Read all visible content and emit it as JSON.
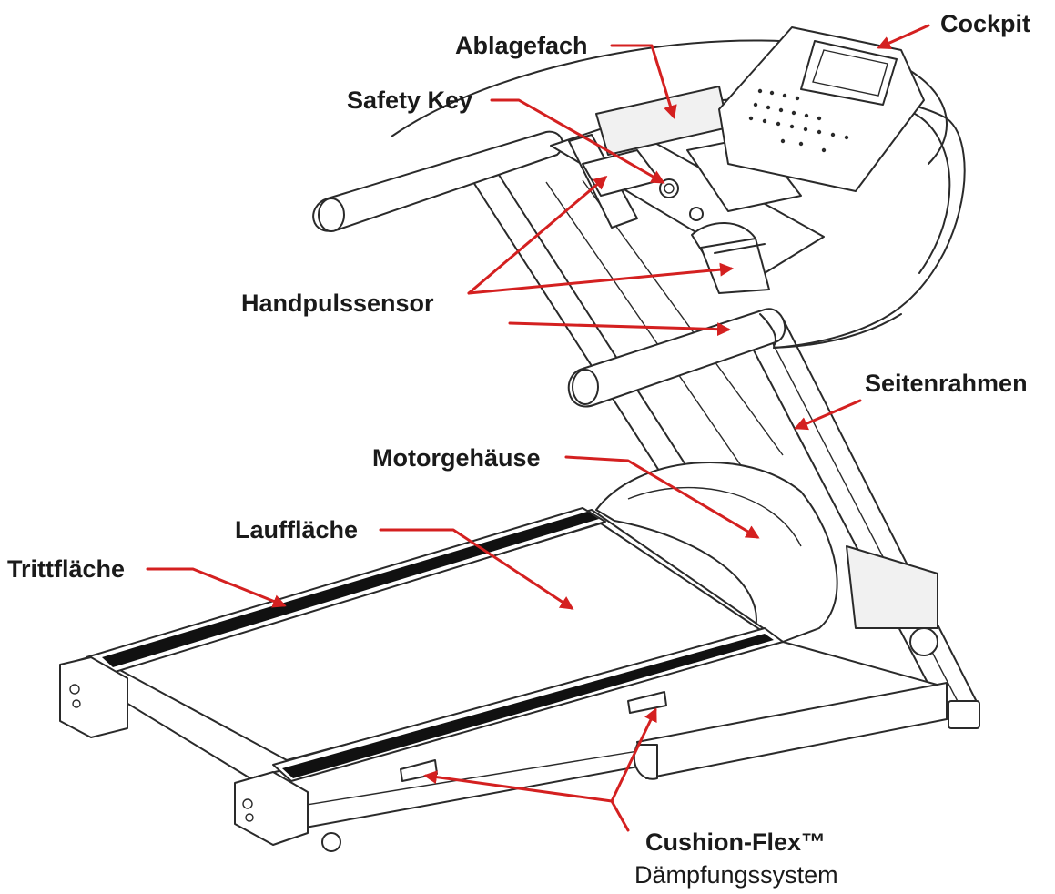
{
  "labels": {
    "cockpit": "Cockpit",
    "ablagefach": "Ablagefach",
    "safety_key": "Safety Key",
    "handpulssensor": "Handpulssensor",
    "seitenrahmen": "Seitenrahmen",
    "motorgehaeuse": "Motorgehäuse",
    "laufflaeche": "Lauffläche",
    "trittflaeche": "Trittfläche",
    "cushion_flex": "Cushion-Flex™",
    "daempfung": "Dämpfungssystem"
  },
  "colors": {
    "arrow": "#d42020",
    "line": "#2a2a2a",
    "tread_strip": "#111111",
    "text": "#1a1a1a"
  }
}
